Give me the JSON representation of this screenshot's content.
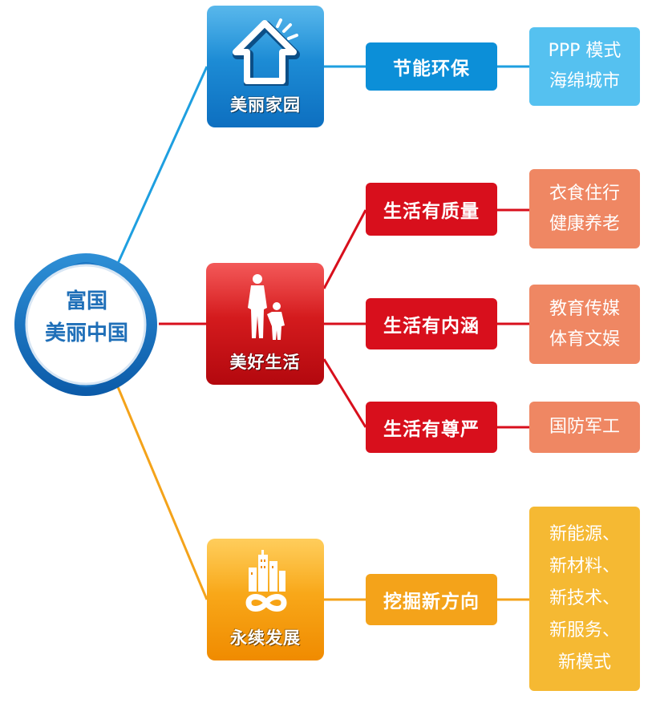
{
  "center": {
    "line1": "富国",
    "line2": "美丽中国"
  },
  "branches": [
    {
      "label": "美丽家园",
      "icon": "house-icon",
      "topics": [
        {
          "label": "节能环保",
          "items": [
            "PPP 模式",
            "海绵城市"
          ]
        }
      ]
    },
    {
      "label": "美好生活",
      "icon": "parent-child-icon",
      "topics": [
        {
          "label": "生活有质量",
          "items": [
            "衣食住行",
            "健康养老"
          ]
        },
        {
          "label": "生活有内涵",
          "items": [
            "教育传媒",
            "体育文娱"
          ]
        },
        {
          "label": "生活有尊严",
          "items": [
            "国防军工"
          ]
        }
      ]
    },
    {
      "label": "永续发展",
      "icon": "city-infinity-icon",
      "topics": [
        {
          "label": "挖掘新方向",
          "items": [
            "新能源、",
            "新材料、",
            "新技术、",
            "新服务、",
            "新模式"
          ]
        }
      ]
    }
  ],
  "colors": {
    "blue": "#0c8fd8",
    "red": "#d80f1c",
    "orange": "#f4a31a",
    "light_blue": "#55c1f0",
    "salmon": "#ef8763",
    "gold": "#f5b933"
  }
}
